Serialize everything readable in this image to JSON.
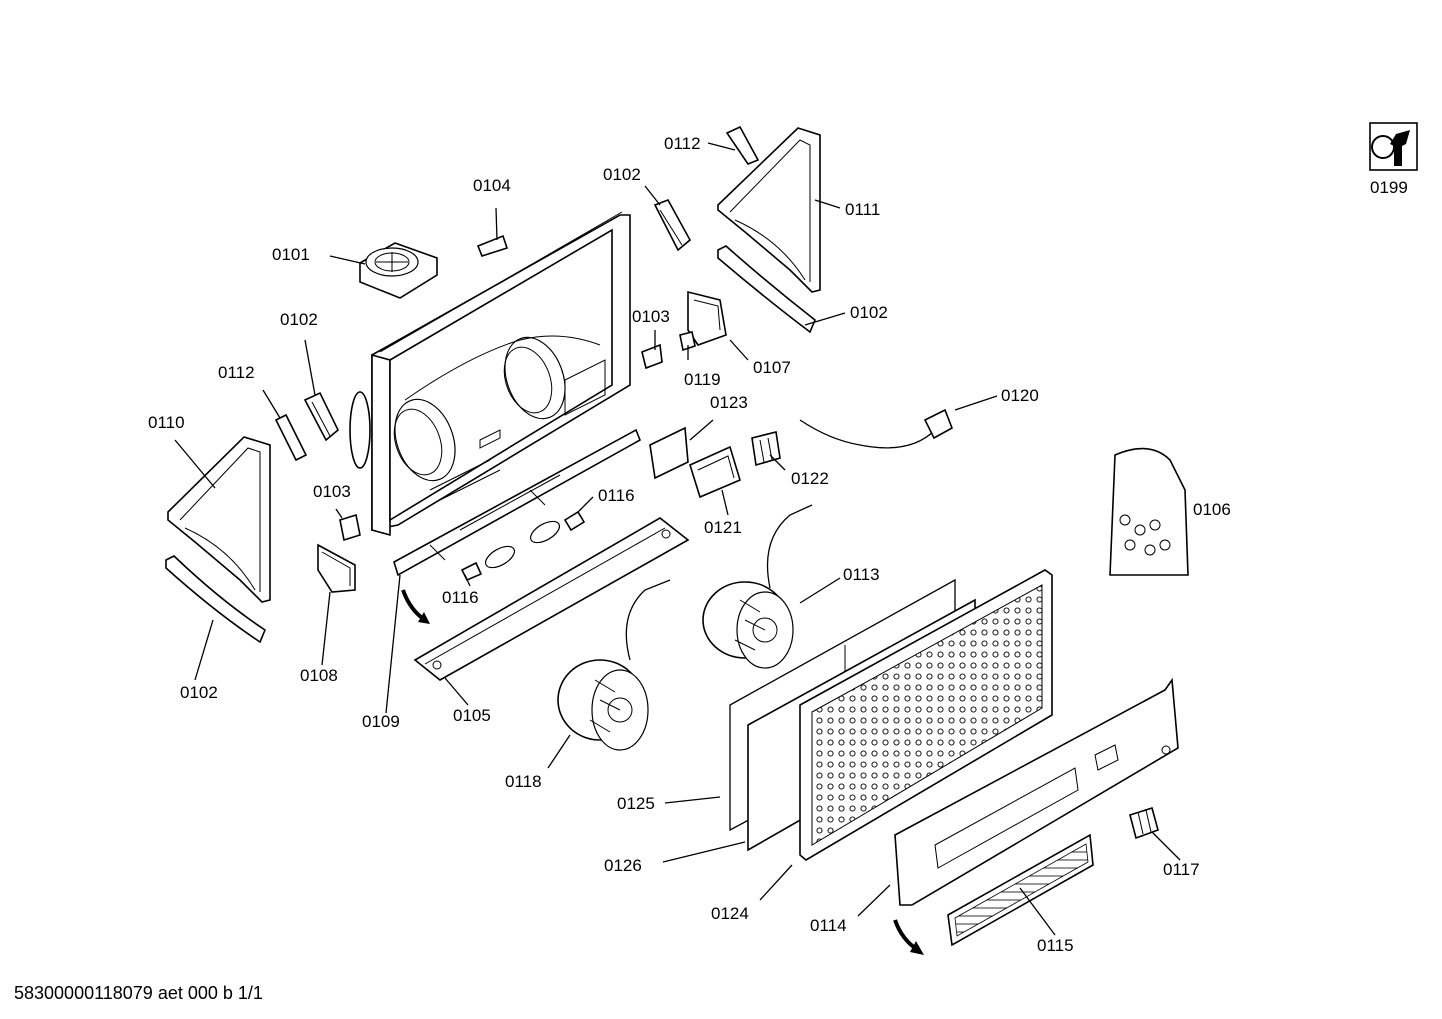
{
  "footer": "58300000118079 aet 000 b 1/1",
  "tool_icon": "wrench-tool-icon",
  "callouts": {
    "c0101": "0101",
    "c0102_top": "0102",
    "c0102_right": "0102",
    "c0102_left": "0102",
    "c0102_bottom": "0102",
    "c0103_top": "0103",
    "c0103_left": "0103",
    "c0104": "0104",
    "c0105": "0105",
    "c0106": "0106",
    "c0107": "0107",
    "c0108": "0108",
    "c0109": "0109",
    "c0110": "0110",
    "c0111": "0111",
    "c0112_top": "0112",
    "c0112_left": "0112",
    "c0113": "0113",
    "c0114": "0114",
    "c0115": "0115",
    "c0116_right": "0116",
    "c0116_left": "0116",
    "c0117": "0117",
    "c0118": "0118",
    "c0119": "0119",
    "c0120": "0120",
    "c0121": "0121",
    "c0122": "0122",
    "c0123": "0123",
    "c0124": "0124",
    "c0125": "0125",
    "c0126": "0126",
    "c0199": "0199"
  }
}
